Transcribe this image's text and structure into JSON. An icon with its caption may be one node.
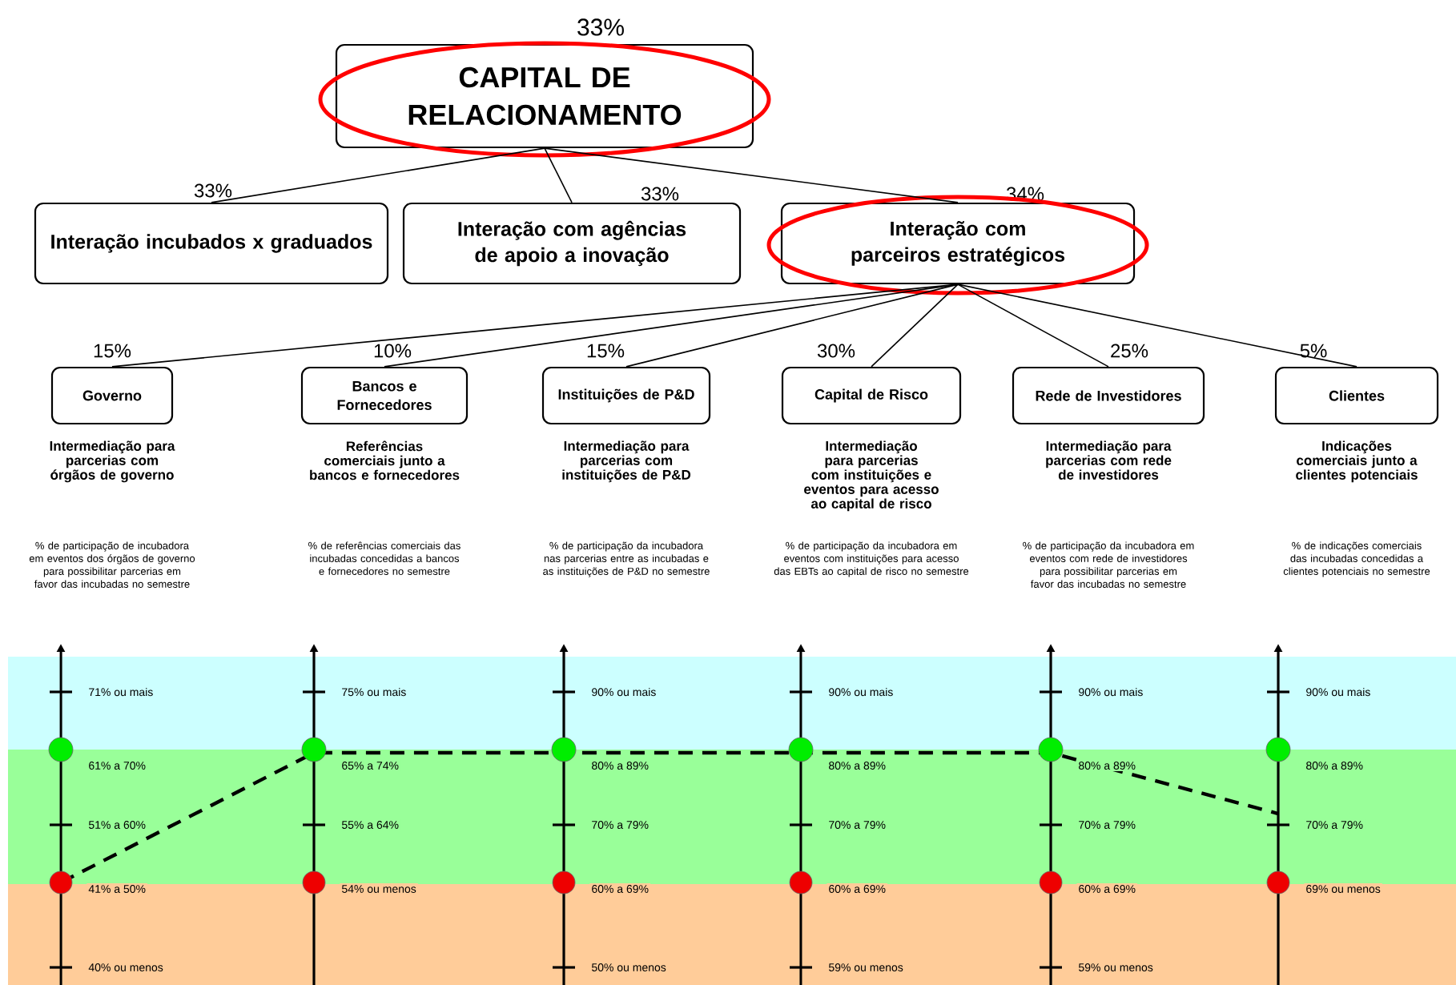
{
  "diagram": {
    "nodes": [
      {
        "text": [
          "CAPITAL DE RELACIONAMENTO"
        ],
        "beside": [
          "33%"
        ]
      },
      {
        "text": [
          "Interação incubados x graduados"
        ],
        "beside": [
          "33%"
        ]
      },
      {
        "text": [
          "Interação com agências de apoio a inovação"
        ],
        "beside": [
          "33%"
        ]
      },
      {
        "text": [
          "Interação com parceiros estratégicos"
        ],
        "beside": [
          "34%"
        ]
      },
      {
        "text": [
          "Governo"
        ],
        "beside": [
          "15%",
          "Intermediação para parcerias com órgãos de governo"
        ]
      },
      {
        "text": [
          "Bancos e Fornecedores"
        ],
        "beside": [
          "10%",
          "Referências comerciais junto a bancos e fornecedores"
        ]
      },
      {
        "text": [
          "Instituições de P&D"
        ],
        "beside": [
          "15%",
          "Intermediação para parcerias com instituições de P&D"
        ]
      },
      {
        "text": [
          "Capital de Risco"
        ],
        "beside": [
          "30%",
          "Intermediação para parcerias com instituições e eventos para acesso ao capital de risco"
        ]
      },
      {
        "text": [
          "Rede de Investidores"
        ],
        "beside": [
          "25%",
          "Intermediação para parcerias com rede de investidores"
        ]
      },
      {
        "text": [
          "Clientes"
        ],
        "beside": [
          "5%",
          "Indicações comerciais junto a clientes potenciais"
        ]
      }
    ],
    "edges": [
      {
        "from": 0,
        "to": 1,
        "arrow": "none"
      },
      {
        "from": 0,
        "to": 2,
        "arrow": "none"
      },
      {
        "from": 0,
        "to": 3,
        "arrow": "none"
      },
      {
        "from": 3,
        "to": 4,
        "arrow": "none"
      },
      {
        "from": 3,
        "to": 5,
        "arrow": "none"
      },
      {
        "from": 3,
        "to": 6,
        "arrow": "none"
      },
      {
        "from": 3,
        "to": 7,
        "arrow": "none"
      },
      {
        "from": 3,
        "to": 8,
        "arrow": "none"
      },
      {
        "from": 3,
        "to": 9,
        "arrow": "none"
      }
    ],
    "labels": [
      "% de participação de incubadora em eventos dos órgãos de governo para possibilitar parcerias em favor das incubadas no semestre",
      "% de referências comerciais das incubadas concedidas a bancos e fornecedores no semestre",
      "% de participação da incubadora nas parcerias entre as incubadas e as instituições de P&D no semestre",
      "% de participação da incubadora em eventos com instituições para acesso das EBTs ao capital de risco no semestre",
      "% de participação da incubadora em eventos com rede de investidores para possibilitar parcerias em favor das incubadas no semestre",
      "% de indicações comerciais das incubadas concedidas a clientes potenciais no semestre",
      "71% ou mais",
      "75% ou mais",
      "90% ou mais",
      "90% ou mais",
      "90% ou mais",
      "90% ou mais",
      "61% a 70%",
      "65% a 74%",
      "80% a 89%",
      "80% a 89%",
      "80% a 89%",
      "80% a 89%",
      "51% a 60%",
      "55% a 64%",
      "70% a 79%",
      "70% a 79%",
      "70% a 79%",
      "70% a 79%",
      "41% a 50%",
      "54% ou menos",
      "60% a 69%",
      "60% a 69%",
      "60% a 69%",
      "69% ou menos",
      "40% ou menos",
      "50% ou menos",
      "59% ou menos",
      "59% ou menos"
    ]
  }
}
